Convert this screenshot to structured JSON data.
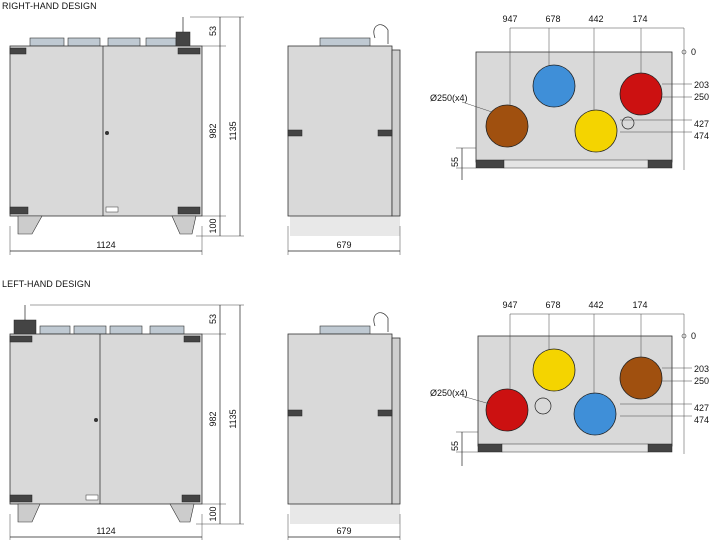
{
  "sections": [
    {
      "title": "RIGHT-HAND DESIGN",
      "front": {
        "width": "1124",
        "body_height": "982",
        "top_height": "53",
        "total_height": "1135",
        "leg_height": "100"
      },
      "side": {
        "width": "679"
      },
      "top_view": {
        "top_dims": [
          "947",
          "678",
          "442",
          "174"
        ],
        "origin": "0",
        "right_dims": [
          "203",
          "250",
          "427",
          "474"
        ],
        "left_label": "Ø250(x4)",
        "bottom_left": "55",
        "duct_colors": [
          "#3f8fd8",
          "#cc1111",
          "#a0500f",
          "#f4d400"
        ]
      }
    },
    {
      "title": "LEFT-HAND DESIGN",
      "front": {
        "width": "1124",
        "body_height": "982",
        "top_height": "53",
        "total_height": "1135",
        "leg_height": "100"
      },
      "side": {
        "width": "679"
      },
      "top_view": {
        "top_dims": [
          "947",
          "678",
          "442",
          "174"
        ],
        "origin": "0",
        "right_dims": [
          "203",
          "250",
          "427",
          "474"
        ],
        "left_label": "Ø250(x4)",
        "bottom_left": "55",
        "duct_colors": [
          "#f4d400",
          "#a0500f",
          "#cc1111",
          "#3f8fd8"
        ]
      }
    }
  ]
}
